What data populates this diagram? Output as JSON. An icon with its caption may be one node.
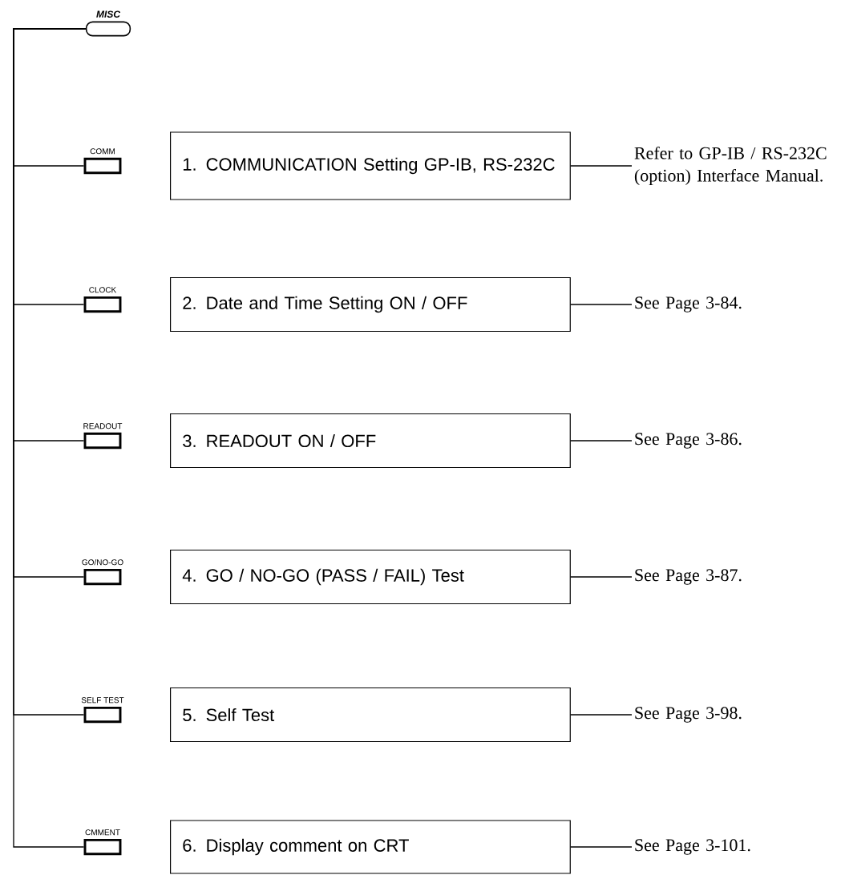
{
  "diagram": {
    "nodes": [
      {
        "text": [
          "MISC"
        ]
      },
      {
        "text": [
          "COMM"
        ]
      },
      {
        "text": [
          "1. COMMUNICATION Setting GP-IB, RS-232C"
        ]
      },
      {
        "text": [
          "Refer to GP-IB / RS-232C (option) Interface Manual."
        ]
      },
      {
        "text": [
          "CLOCK"
        ]
      },
      {
        "text": [
          "2. Date and Time Setting ON / OFF"
        ]
      },
      {
        "text": [
          "See Page 3-84."
        ]
      },
      {
        "text": [
          "READOUT"
        ]
      },
      {
        "text": [
          "3. READOUT ON / OFF"
        ]
      },
      {
        "text": [
          "See Page 3-86."
        ]
      },
      {
        "text": [
          "GO/NO-GO"
        ]
      },
      {
        "text": [
          "4. GO / NO-GO (PASS / FAIL) Test"
        ]
      },
      {
        "text": [
          "See Page 3-87."
        ]
      },
      {
        "text": [
          "SELF TEST"
        ]
      },
      {
        "text": [
          "5. Self Test"
        ]
      },
      {
        "text": [
          "See Page 3-98."
        ]
      },
      {
        "text": [
          "CMMENT"
        ]
      },
      {
        "text": [
          "6. Display comment on CRT"
        ]
      },
      {
        "text": [
          "See Page 3-101."
        ]
      }
    ],
    "edges": [
      {
        "from": 0,
        "to": 1,
        "arrow": "none"
      },
      {
        "from": 0,
        "to": 4,
        "arrow": "none"
      },
      {
        "from": 0,
        "to": 7,
        "arrow": "none"
      },
      {
        "from": 0,
        "to": 10,
        "arrow": "none"
      },
      {
        "from": 0,
        "to": 13,
        "arrow": "none"
      },
      {
        "from": 0,
        "to": 16,
        "arrow": "none"
      },
      {
        "from": 2,
        "to": 3,
        "arrow": "none"
      },
      {
        "from": 5,
        "to": 6,
        "arrow": "none"
      },
      {
        "from": 8,
        "to": 9,
        "arrow": "none"
      },
      {
        "from": 11,
        "to": 12,
        "arrow": "none"
      },
      {
        "from": 14,
        "to": 15,
        "arrow": "none"
      },
      {
        "from": 17,
        "to": 18,
        "arrow": "none"
      }
    ]
  }
}
